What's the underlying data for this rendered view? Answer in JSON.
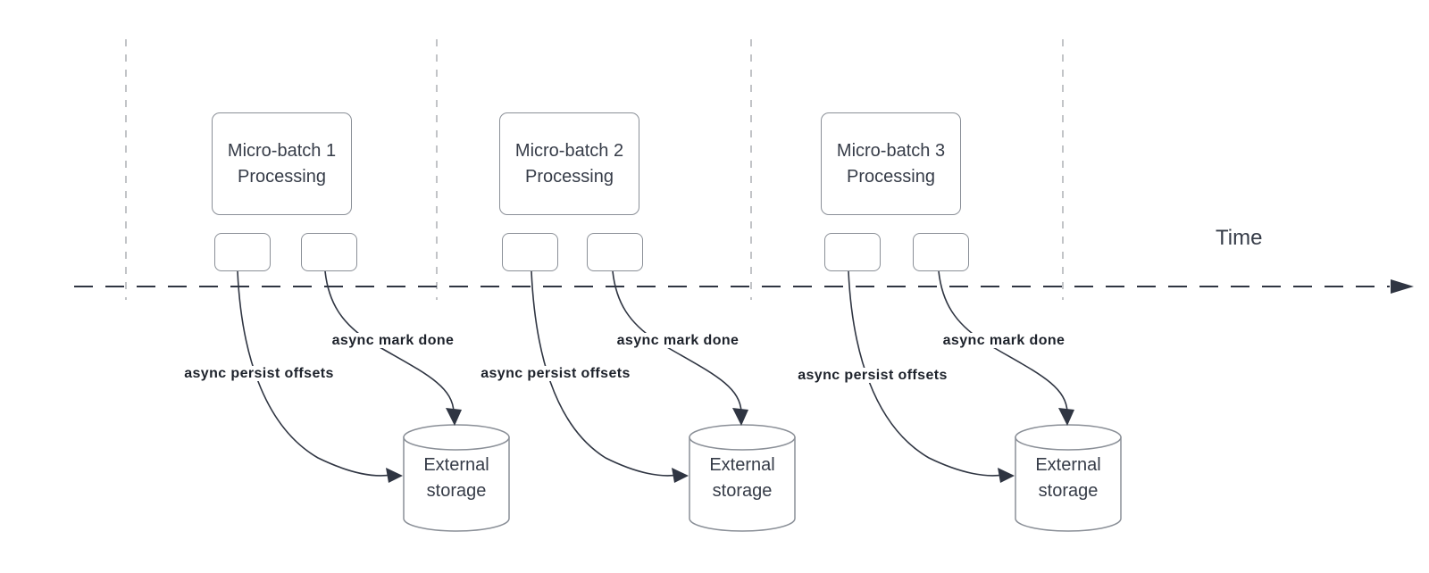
{
  "timeline": {
    "label": "Time"
  },
  "groups": [
    {
      "box_line1": "Micro-batch 1",
      "box_line2": "Processing",
      "persist_label": "async persist offsets",
      "markdone_label": "async mark done",
      "storage_line1": "External",
      "storage_line2": "storage"
    },
    {
      "box_line1": "Micro-batch 2",
      "box_line2": "Processing",
      "persist_label": "async persist offsets",
      "markdone_label": "async mark done",
      "storage_line1": "External",
      "storage_line2": "storage"
    },
    {
      "box_line1": "Micro-batch 3",
      "box_line2": "Processing",
      "persist_label": "async persist offsets",
      "markdone_label": "async mark done",
      "storage_line1": "External",
      "storage_line2": "storage"
    }
  ],
  "colors": {
    "line_dark": "#2f3542",
    "box_border": "#8a8f97",
    "guide_dash": "#a8abaf",
    "label_text": "#1d222b",
    "body_text": "#363c48",
    "background": "#ffffff"
  }
}
